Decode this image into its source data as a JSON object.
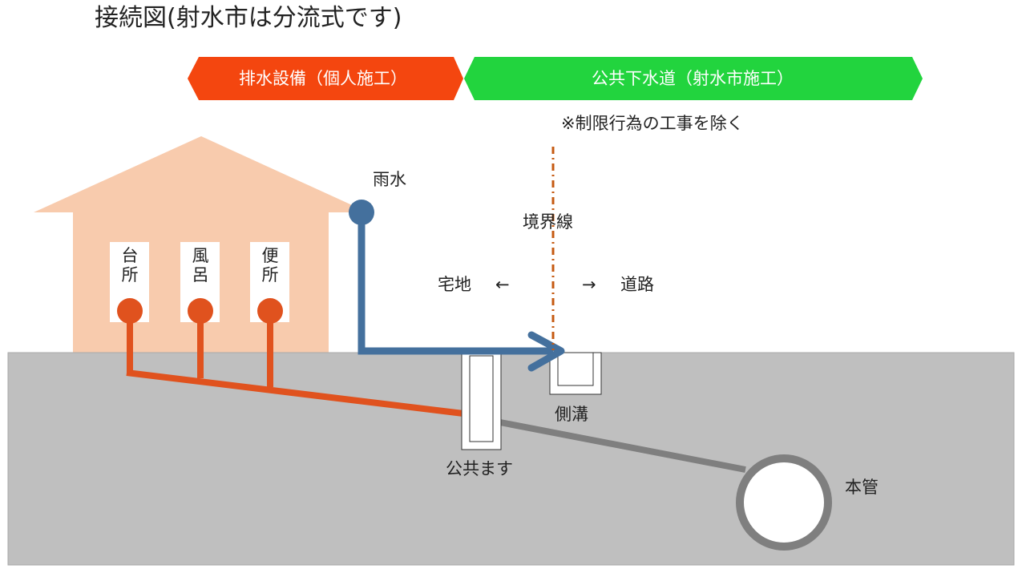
{
  "title": "接続図(射水市は分流式です)",
  "banners": {
    "left": {
      "label": "排水設備（個人施工）",
      "color": "#f4460f"
    },
    "right": {
      "label": "公共下水道（射水市施工）",
      "color": "#22d43e"
    }
  },
  "note": "※制限行為の工事を除く",
  "labels": {
    "rainwater": "雨水",
    "boundary": "境界線",
    "residential": "宅地",
    "arrow_left": "←",
    "arrow_right": "→",
    "road": "道路",
    "side_ditch": "側溝",
    "public_basin": "公共ます",
    "main_pipe": "本管"
  },
  "fixtures": [
    {
      "char1": "台",
      "char2": "所"
    },
    {
      "char1": "風",
      "char2": "呂"
    },
    {
      "char1": "便",
      "char2": "所"
    }
  ],
  "colors": {
    "ground": "#bfbfbf",
    "house": "#f8cbad",
    "sewage_pipe": "#e0521e",
    "rain_pipe": "#44709d",
    "main_pipe": "#7f7f7f",
    "boundary_line": "#c55a11"
  }
}
